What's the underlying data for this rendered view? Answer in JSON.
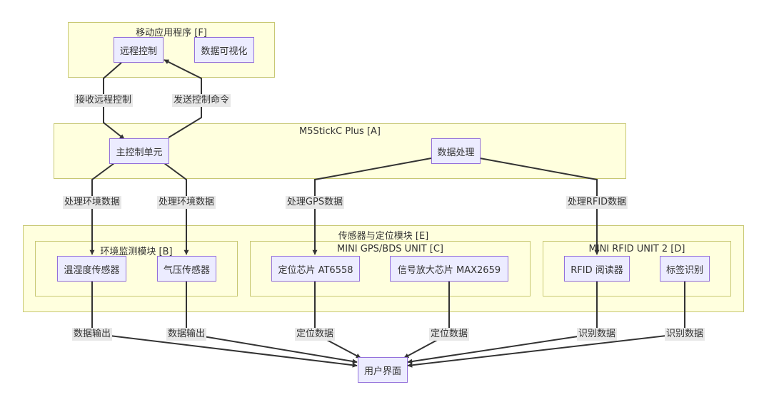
{
  "clusters": {
    "mobile_app": "移动应用程序 [F]",
    "m5stick": "M5StickC Plus [A]",
    "sensors_positioning": "传感器与定位模块 [E]",
    "env_module": "环境监测模块 [B]",
    "gps_unit": "MINI GPS/BDS UNIT [C]",
    "rfid_unit": "MINI RFID UNIT 2 [D]"
  },
  "nodes": {
    "remote_control": "远程控制",
    "data_visualization": "数据可视化",
    "main_control_unit": "主控制单元",
    "data_processing": "数据处理",
    "temp_humidity_sensor": "温湿度传感器",
    "pressure_sensor": "气压传感器",
    "positioning_chip": "定位芯片 AT6558",
    "signal_amplifier_chip": "信号放大芯片 MAX2659",
    "rfid_reader": "RFID 阅读器",
    "tag_recognition": "标签识别",
    "user_interface": "用户界面"
  },
  "edges": {
    "receive_remote_control": "接收远程控制",
    "send_control_command": "发送控制命令",
    "process_env_data_1": "处理环境数据",
    "process_env_data_2": "处理环境数据",
    "process_gps_data": "处理GPS数据",
    "process_rfid_data": "处理RFID数据",
    "data_output_1": "数据输出",
    "data_output_2": "数据输出",
    "positioning_data_1": "定位数据",
    "positioning_data_2": "定位数据",
    "recognition_data_1": "识别数据",
    "recognition_data_2": "识别数据"
  },
  "colors": {
    "cluster_fill": "#ffffde",
    "cluster_border": "#c8c873",
    "node_fill": "#ececff",
    "node_border": "#9370db",
    "edge_stroke": "#333333",
    "label_background": "#e8e8e8"
  }
}
